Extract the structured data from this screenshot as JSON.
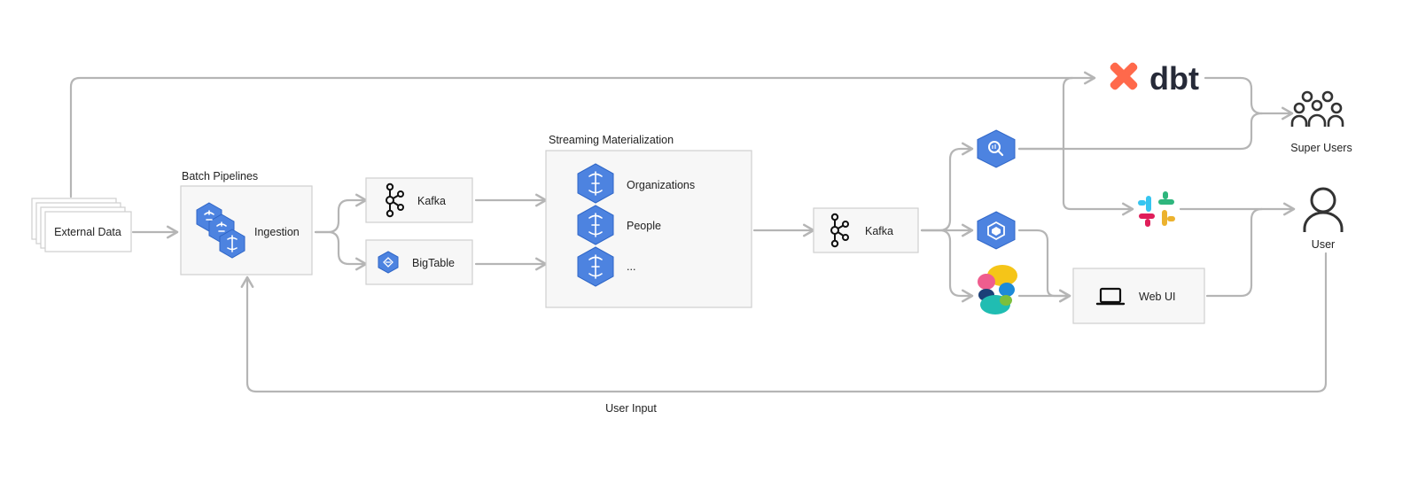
{
  "external_data": {
    "label": "External Data"
  },
  "batch_pipelines": {
    "title": "Batch Pipelines",
    "ingestion_label": "Ingestion"
  },
  "kafka_1": {
    "label": "Kafka"
  },
  "bigtable": {
    "label": "BigTable"
  },
  "streaming": {
    "title": "Streaming Materialization",
    "items": [
      "Organizations",
      "People",
      "..."
    ]
  },
  "kafka_2": {
    "label": "Kafka"
  },
  "dbt": {
    "logo_text": "dbt",
    "brand_color": "#ff694b"
  },
  "super_users": {
    "label": "Super Users"
  },
  "user": {
    "label": "User"
  },
  "web_ui": {
    "label": "Web UI"
  },
  "user_input": {
    "label": "User Input"
  },
  "colors": {
    "gcp_blue": "#4d83e0",
    "connector_gray": "#b5b5b5",
    "box_fill": "#f7f7f7"
  },
  "icons": [
    "bigquery-icon",
    "dataflow-icon",
    "bigtable-icon",
    "cloud-function-icon",
    "elastic-icon",
    "slack-icon",
    "laptop-icon",
    "people-group-icon",
    "user-icon",
    "kafka-icon"
  ]
}
